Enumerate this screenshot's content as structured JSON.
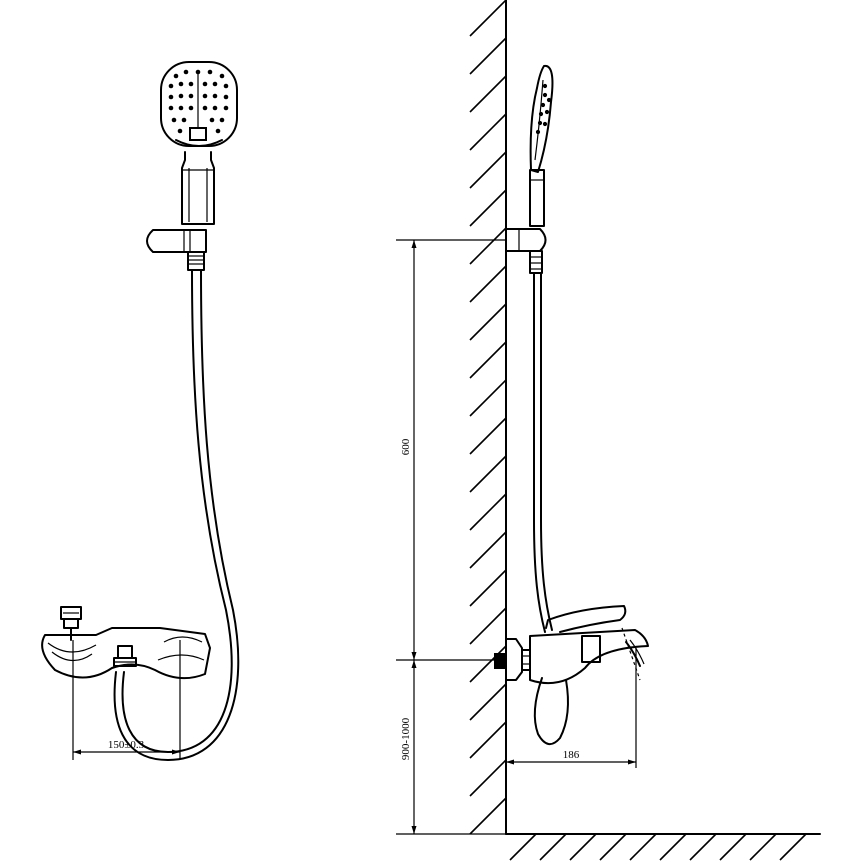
{
  "dimensions": {
    "center_spacing": "150±0.3",
    "holder_height": "600",
    "mixer_height": "900-1000",
    "projection": "186"
  },
  "colors": {
    "line": "#000000",
    "background": "#ffffff"
  }
}
